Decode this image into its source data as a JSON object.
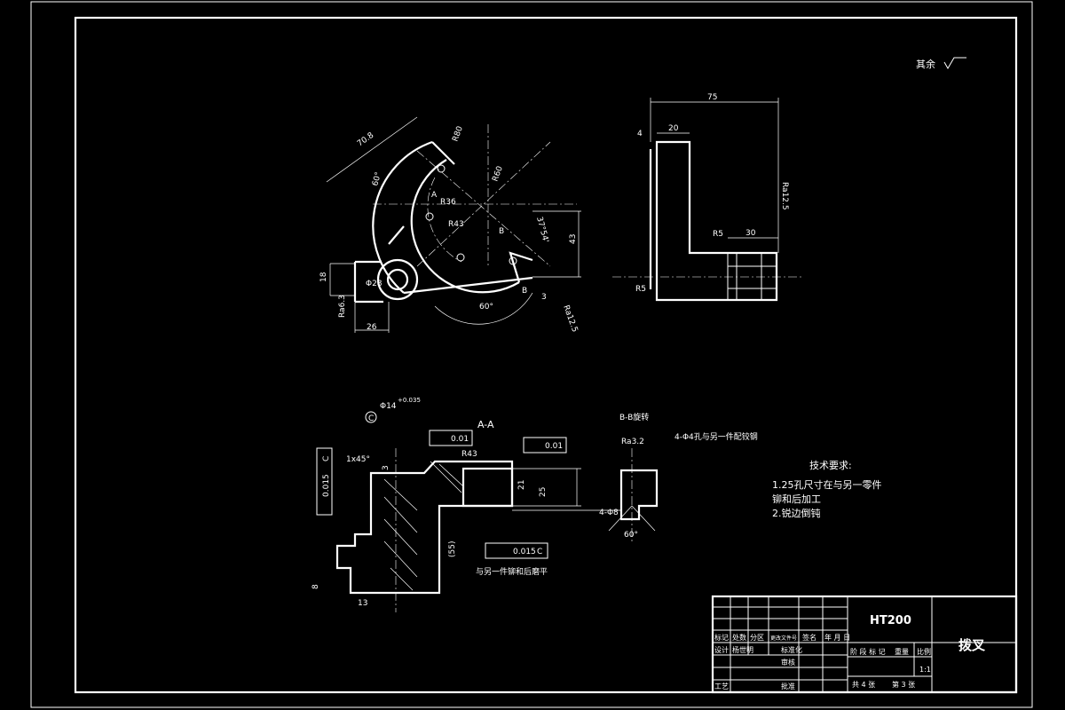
{
  "drawing": {
    "other_roughness": "其余",
    "part_name": "拨叉",
    "material": "HT200",
    "section_label": "A-A",
    "section_b_label": "B-B旋转",
    "holes_note": "4-Φ4孔与另一件配铰钢",
    "assembly_note": "与另一件铆和后磨平",
    "tech_req_title": "技术要求:",
    "tech_req_items": [
      "1.25孔尺寸在与另一零件",
      "铆和后加工",
      "2.锐边倒钝"
    ],
    "front_view": {
      "dim_70": "70.8",
      "dim_60_deg": "60°",
      "dim_r80": "R80",
      "dim_r60": "R60",
      "dim_r36": "R36",
      "dim_r43": "R43",
      "dim_angle": "37°54'",
      "dim_43": "43",
      "dim_60_bottom": "60°",
      "dim_3": "3",
      "dim_18": "18",
      "dim_26": "26",
      "dim_bore": "Φ28",
      "roughness_left": "Ra6.3",
      "roughness_right": "Ra12.5",
      "label_b1": "B",
      "label_b2": "B",
      "label_a": "A"
    },
    "side_view": {
      "dim_75": "75",
      "dim_20": "20",
      "dim_4": "4",
      "dim_30": "30",
      "dim_r5_top": "R5",
      "dim_r5_bottom": "R5",
      "roughness": "Ra12.5"
    },
    "section_view": {
      "bore": "Φ14",
      "bore_tol": "+0.035",
      "perp_tol": "0.015",
      "perp_datum": "C",
      "flat_tol": "0.01",
      "parallel_tol": "0.01",
      "chamfer": "1x45°",
      "dim_r43": "R43",
      "dim_21": "21",
      "dim_25": "25",
      "dim_55": "(55)",
      "dim_13": "13",
      "dim_8": "8",
      "dim_3": "3",
      "perp_tol_bottom": "0.015",
      "perp_datum_bottom": "C",
      "datum_c": "C",
      "dim_48": "4-Φ8",
      "angle_60": "60°",
      "roughness_b": "Ra3.2"
    },
    "title_block": {
      "row_labels": [
        "标记",
        "处数",
        "分区",
        "更改文件号",
        "签名",
        "年 月 日"
      ],
      "design": "设计",
      "designer": "杨世明",
      "standard": "标准化",
      "review": "审核",
      "process": "工艺",
      "approve": "批准",
      "stage_labels": [
        "阶 段 标 记",
        "重量",
        "比例"
      ],
      "scale": "1:1",
      "sheets": "共 4 张",
      "sheet_no": "第 3 张"
    }
  }
}
